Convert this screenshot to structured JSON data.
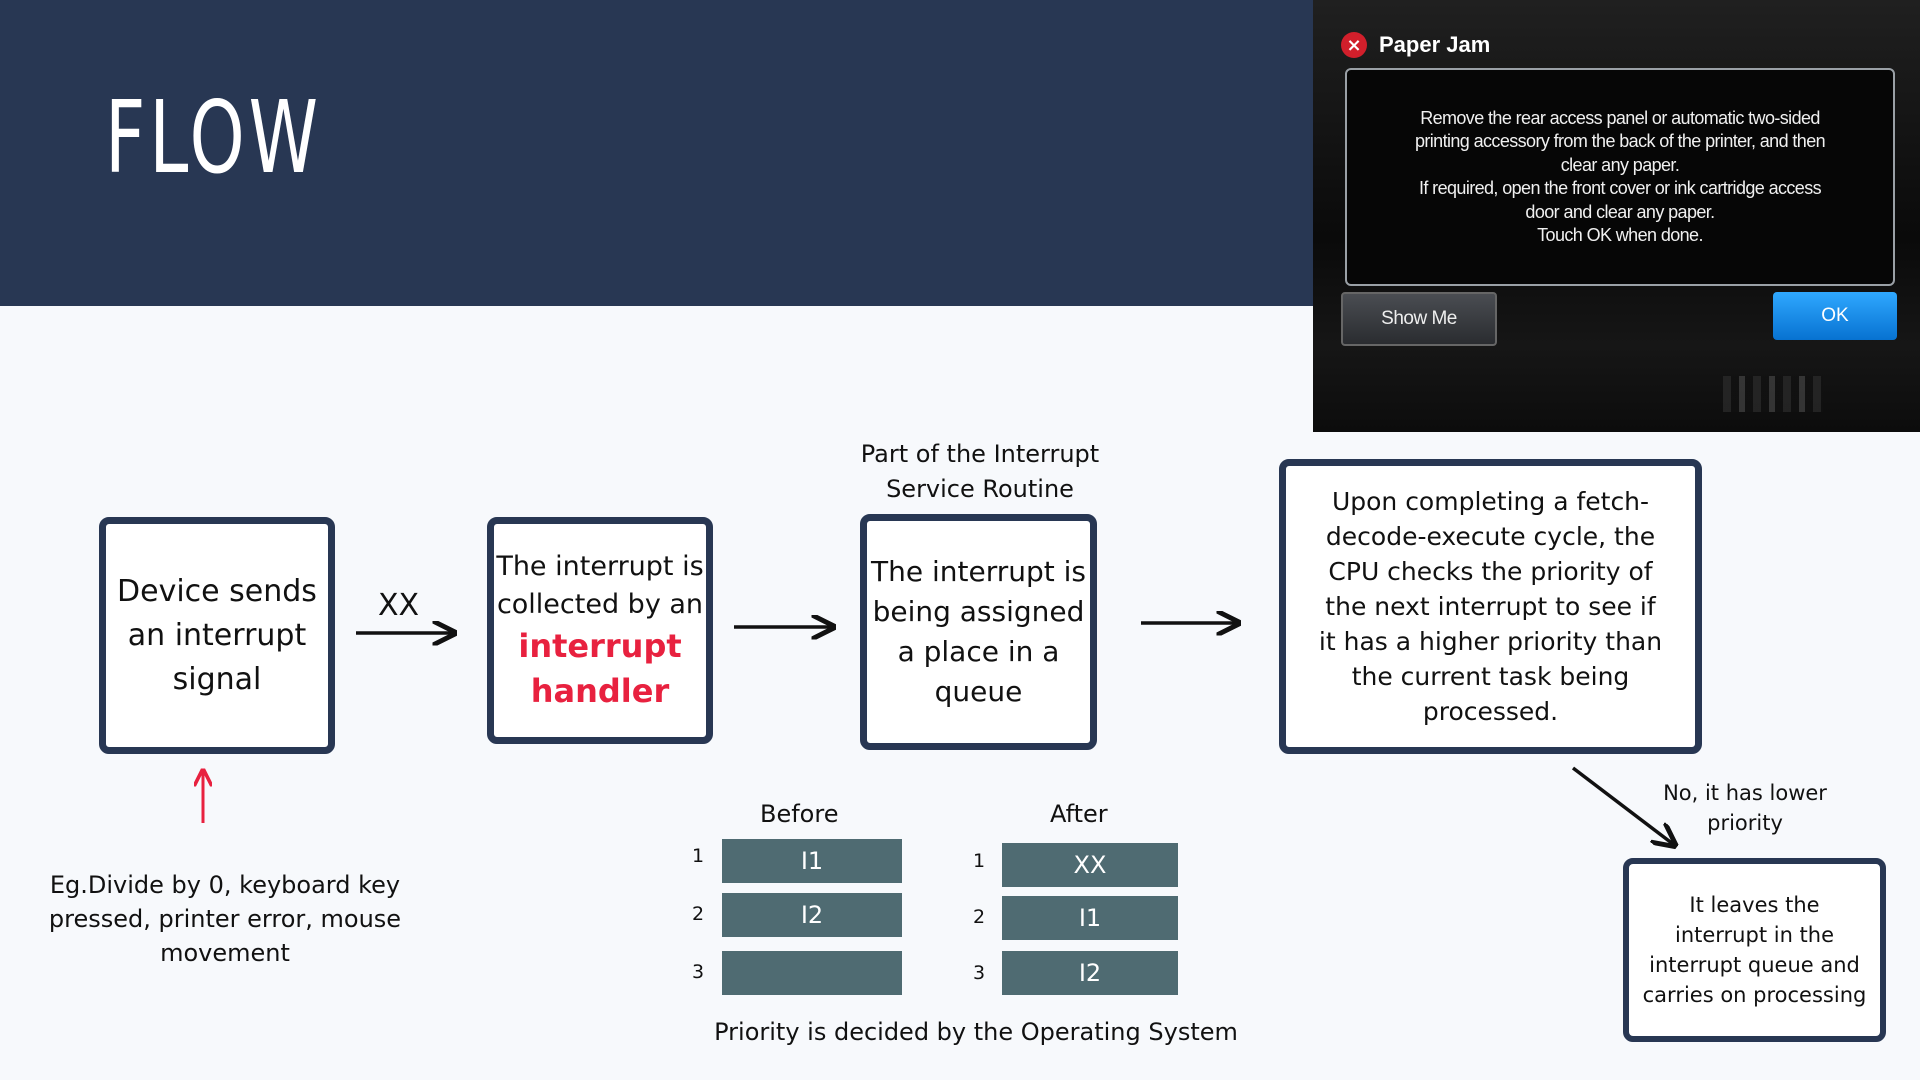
{
  "slide": {
    "title": "FLOW",
    "colors": {
      "header_bg": "#283753",
      "box_border": "#283753",
      "highlight": "#e8213f",
      "queue_cell": "#4f6b72",
      "up_arrow": "#e8213f"
    }
  },
  "photo": {
    "dialog_title": "Paper Jam",
    "close_icon": "error-x-icon",
    "message_lines": [
      "Remove the rear access panel or automatic two-sided",
      "printing accessory from the back of the printer, and then",
      "clear any paper.",
      "If required, open the front cover or ink cartridge access",
      "door and clear any paper.",
      "Touch OK when done."
    ],
    "show_me_label": "Show Me",
    "ok_label": "OK"
  },
  "flow": {
    "step1": "Device sends an interrupt signal",
    "arrow1_label": "XX",
    "step2_prefix": "The interrupt is collected by an",
    "step2_highlight": "interrupt handler",
    "isr_label": "Part of the Interrupt Service Routine",
    "step3": "The interrupt is being assigned a place in a queue",
    "step4": "Upon completing a fetch-decode-execute cycle, the CPU checks the priority of the next interrupt to see if it has a higher priority than the current task being processed.",
    "branch_label": "No, it has lower priority",
    "step5": "It leaves the interrupt in the interrupt queue and carries on processing",
    "example": "Eg.Divide by 0, keyboard key pressed, printer error, mouse movement"
  },
  "queues": {
    "before_label": "Before",
    "after_label": "After",
    "before": [
      {
        "num": "1",
        "value": "I1"
      },
      {
        "num": "2",
        "value": "I2"
      },
      {
        "num": "3",
        "value": ""
      }
    ],
    "after": [
      {
        "num": "1",
        "value": "XX"
      },
      {
        "num": "2",
        "value": "I1"
      },
      {
        "num": "3",
        "value": "I2"
      }
    ],
    "caption": "Priority is decided by the Operating System"
  }
}
